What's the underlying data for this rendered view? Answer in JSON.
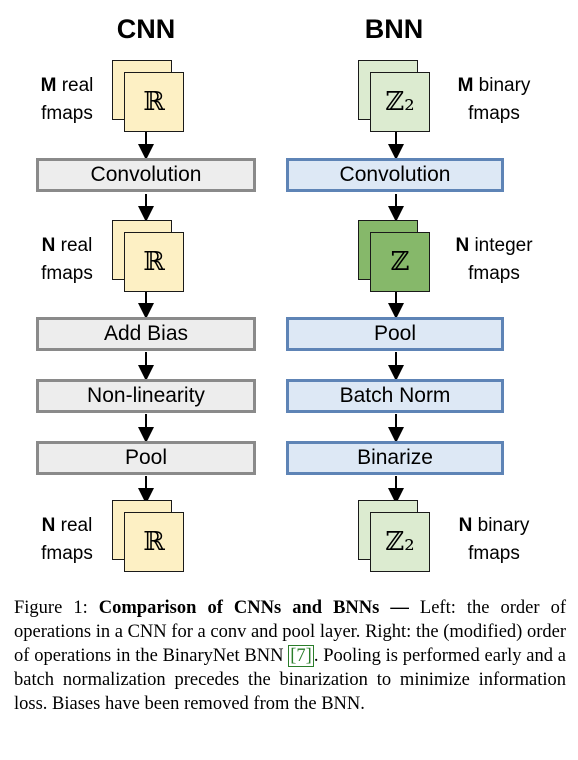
{
  "cnn": {
    "title": "CNN",
    "input": {
      "count": "M",
      "rest": " real",
      "line2": "fmaps",
      "symbol": "ℝ"
    },
    "conv": "Convolution",
    "mid": {
      "count": "N",
      "rest": " real",
      "line2": "fmaps",
      "symbol": "ℝ"
    },
    "add_bias": "Add Bias",
    "nonlin": "Non-linearity",
    "pool": "Pool",
    "output": {
      "count": "N",
      "rest": " real",
      "line2": "fmaps",
      "symbol": "ℝ"
    }
  },
  "bnn": {
    "title": "BNN",
    "input": {
      "count": "M",
      "rest": " binary",
      "line2": "fmaps",
      "symbol": "ℤ₂"
    },
    "conv": "Convolution",
    "mid": {
      "count": "N",
      "rest": " integer",
      "line2": "fmaps",
      "symbol": "ℤ"
    },
    "pool": "Pool",
    "batch_norm": "Batch Norm",
    "binarize": "Binarize",
    "output": {
      "count": "N",
      "rest": " binary",
      "line2": "fmaps",
      "symbol": "ℤ₂"
    }
  },
  "caption": {
    "prefix": "Figure 1: ",
    "bold": "Comparison of CNNs and BNNs —",
    "text1": " Left: the order of operations in a CNN for a conv and pool layer. Right: the (modified) order of operations in the BinaryNet BNN ",
    "ref": "[7]",
    "text2": ". Pooling is performed early and a batch normalization precedes the binarization to minimize information loss. Biases have been removed from the BNN."
  },
  "colors": {
    "real_fmap": "#fdf0c4",
    "binary_fmap": "#dcebd0",
    "integer_fmap": "#86b86a",
    "cnn_op_fill": "#ededed",
    "bnn_op_fill": "#dde8f5",
    "bnn_op_border": "#5e84b6"
  }
}
